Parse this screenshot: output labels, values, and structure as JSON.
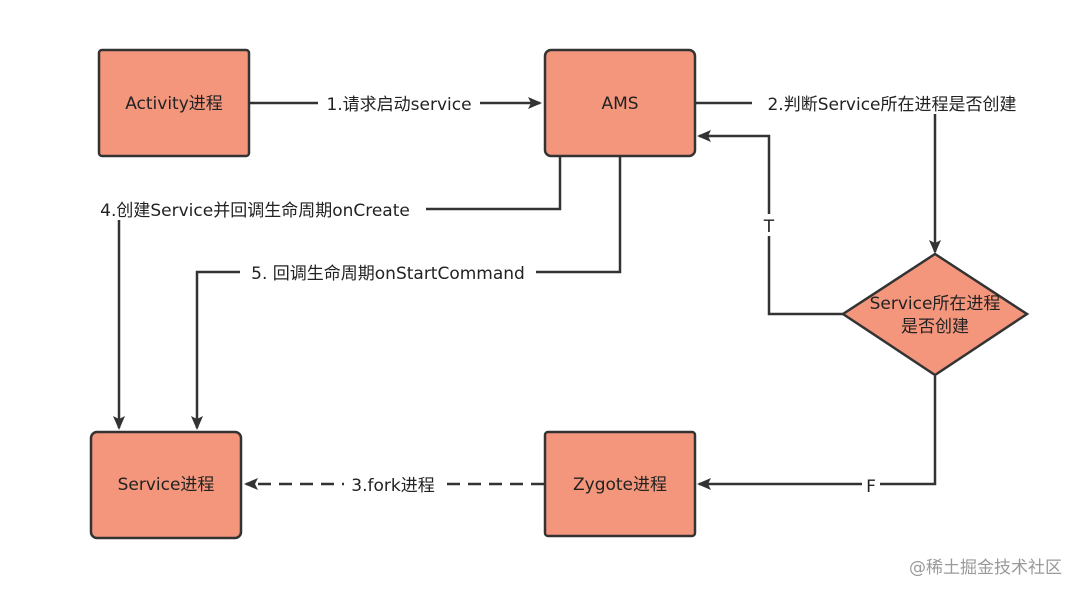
{
  "colors": {
    "node_fill": "#f4967c",
    "node_stroke": "#333333",
    "edge": "#333333",
    "label_bg": "#ffffff",
    "watermark": "#9a9a9a"
  },
  "nodes": {
    "activity": {
      "label": "Activity进程",
      "shape": "rounded-rectangle"
    },
    "ams": {
      "label": "AMS",
      "shape": "rounded-rectangle"
    },
    "decision": {
      "label_line1": "Service所在进程",
      "label_line2": "是否创建",
      "shape": "diamond"
    },
    "zygote": {
      "label": "Zygote进程",
      "shape": "rounded-rectangle"
    },
    "service": {
      "label": "Service进程",
      "shape": "rounded-rectangle"
    }
  },
  "edges": {
    "request_start": {
      "label": "1.请求启动service",
      "style": "solid"
    },
    "check_process": {
      "label": "2.判断Service所在进程是否创建",
      "style": "solid"
    },
    "fork": {
      "label": "3.fork进程",
      "style": "dashed"
    },
    "create_service": {
      "label": "4.创建Service并回调生命周期onCreate",
      "style": "solid"
    },
    "start_command": {
      "label": "5. 回调生命周期onStartCommand",
      "style": "solid"
    },
    "branch_true": {
      "label": "T",
      "style": "solid"
    },
    "branch_false": {
      "label": "F",
      "style": "solid"
    }
  },
  "watermark": "@稀土掘金技术社区"
}
